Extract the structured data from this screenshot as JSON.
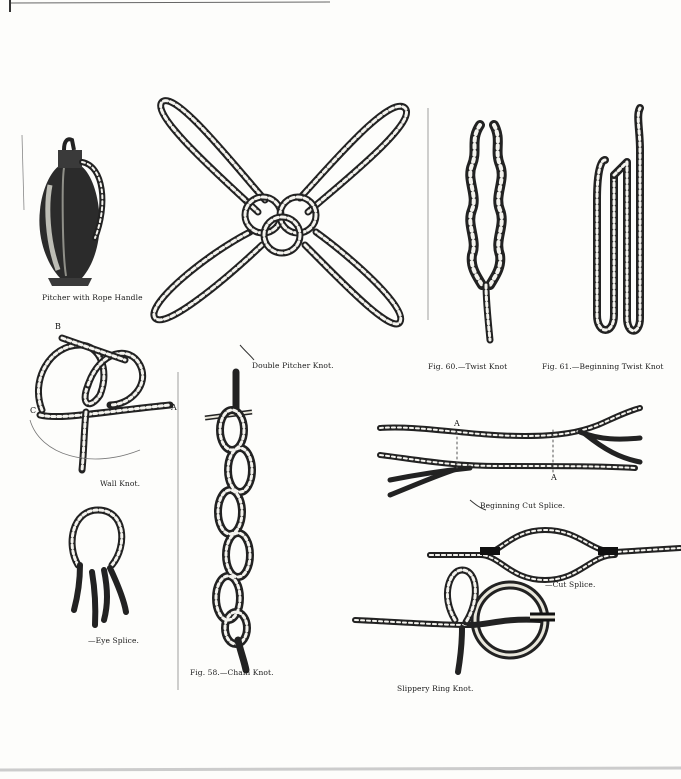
{
  "figures": {
    "pitcher": {
      "caption": "Pitcher with Rope Handle"
    },
    "double_pitcher": {
      "caption": "Double Pitcher Knot."
    },
    "twist": {
      "caption": "Fig. 60.—Twist Knot"
    },
    "beginning_twist": {
      "caption": "Fig. 61.—Beginning Twist Knot"
    },
    "wall": {
      "caption": "Wall Knot.",
      "labels": {
        "b": "B",
        "c": "C",
        "a": "A"
      }
    },
    "chain": {
      "caption": "Fig. 58.—Chain Knot."
    },
    "beginning_cut": {
      "caption": "Beginning Cut Splice.",
      "labels": {
        "a1": "A",
        "a2": "A"
      }
    },
    "cut": {
      "caption": "—Cut Splice."
    },
    "eye": {
      "caption": "—Eye Splice."
    },
    "slippery": {
      "caption": "Slippery Ring Knot."
    }
  }
}
